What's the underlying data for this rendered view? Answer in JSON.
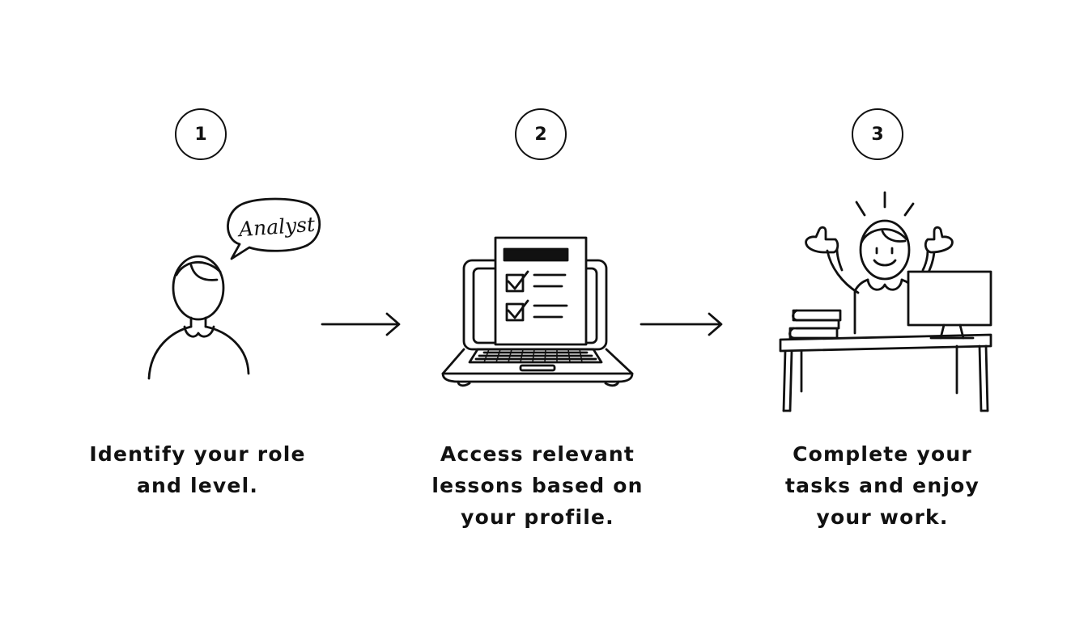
{
  "steps": [
    {
      "number": "1",
      "caption_lines": [
        "Identify your role",
        "and level."
      ],
      "bubble_text": "Analyst",
      "icons": [
        "person-icon",
        "speech-bubble-icon"
      ]
    },
    {
      "number": "2",
      "caption_lines": [
        "Access relevant",
        "lessons based on",
        "your profile."
      ],
      "icons": [
        "laptop-icon",
        "checklist-document-icon"
      ]
    },
    {
      "number": "3",
      "caption_lines": [
        "Complete your",
        "tasks and enjoy",
        "your work."
      ],
      "icons": [
        "happy-person-icon",
        "desk-icon",
        "monitor-icon",
        "books-icon"
      ]
    }
  ],
  "connectors": [
    "arrow-right-icon",
    "arrow-right-icon"
  ],
  "colors": {
    "ink": "#111111",
    "background": "#ffffff"
  }
}
